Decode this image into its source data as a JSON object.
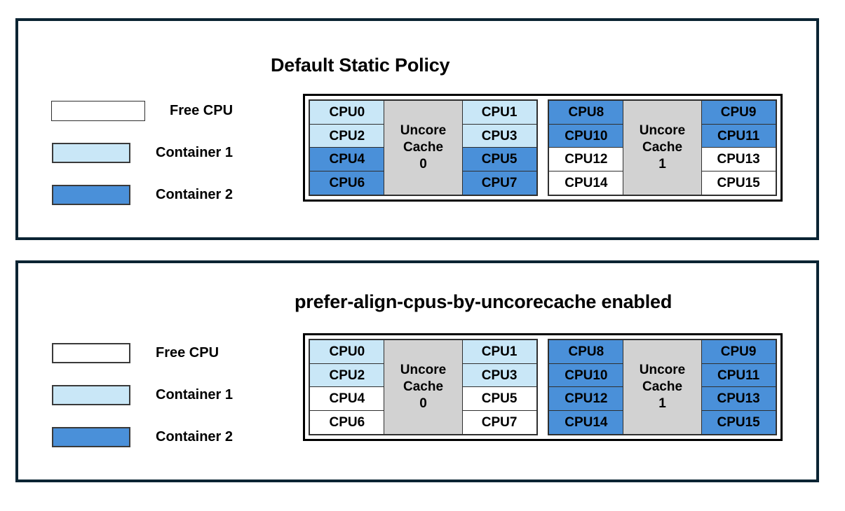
{
  "colors": {
    "panel_border": "#0b2433",
    "free_cpu": "#ffffff",
    "container1": "#c9e7f7",
    "container2": "#4a90d9",
    "uncore_cache": "#d2d2d2",
    "text": "#000000"
  },
  "panels": [
    {
      "id": "default-static-policy",
      "title": "Default Static Policy",
      "legend": [
        {
          "label": "Free CPU",
          "state": "free"
        },
        {
          "label": "Container 1",
          "state": "container1"
        },
        {
          "label": "Container 2",
          "state": "container2"
        }
      ],
      "groups": [
        {
          "cache_label_line1": "Uncore",
          "cache_label_line2": "Cache",
          "cache_label_line3": "0",
          "left_column": [
            {
              "label": "CPU0",
              "state": "container1"
            },
            {
              "label": "CPU2",
              "state": "container1"
            },
            {
              "label": "CPU4",
              "state": "container2"
            },
            {
              "label": "CPU6",
              "state": "container2"
            }
          ],
          "right_column": [
            {
              "label": "CPU1",
              "state": "container1"
            },
            {
              "label": "CPU3",
              "state": "container1"
            },
            {
              "label": "CPU5",
              "state": "container2"
            },
            {
              "label": "CPU7",
              "state": "container2"
            }
          ]
        },
        {
          "cache_label_line1": "Uncore",
          "cache_label_line2": "Cache",
          "cache_label_line3": "1",
          "left_column": [
            {
              "label": "CPU8",
              "state": "container2"
            },
            {
              "label": "CPU10",
              "state": "container2"
            },
            {
              "label": "CPU12",
              "state": "free"
            },
            {
              "label": "CPU14",
              "state": "free"
            }
          ],
          "right_column": [
            {
              "label": "CPU9",
              "state": "container2"
            },
            {
              "label": "CPU11",
              "state": "container2"
            },
            {
              "label": "CPU13",
              "state": "free"
            },
            {
              "label": "CPU15",
              "state": "free"
            }
          ]
        }
      ]
    },
    {
      "id": "prefer-align-cpus-by-uncorecache-enabled",
      "title": "prefer-align-cpus-by-uncorecache enabled",
      "legend": [
        {
          "label": "Free CPU",
          "state": "free"
        },
        {
          "label": "Container 1",
          "state": "container1"
        },
        {
          "label": "Container 2",
          "state": "container2"
        }
      ],
      "groups": [
        {
          "cache_label_line1": "Uncore",
          "cache_label_line2": "Cache",
          "cache_label_line3": "0",
          "left_column": [
            {
              "label": "CPU0",
              "state": "container1"
            },
            {
              "label": "CPU2",
              "state": "container1"
            },
            {
              "label": "CPU4",
              "state": "free"
            },
            {
              "label": "CPU6",
              "state": "free"
            }
          ],
          "right_column": [
            {
              "label": "CPU1",
              "state": "container1"
            },
            {
              "label": "CPU3",
              "state": "container1"
            },
            {
              "label": "CPU5",
              "state": "free"
            },
            {
              "label": "CPU7",
              "state": "free"
            }
          ]
        },
        {
          "cache_label_line1": "Uncore",
          "cache_label_line2": "Cache",
          "cache_label_line3": "1",
          "left_column": [
            {
              "label": "CPU8",
              "state": "container2"
            },
            {
              "label": "CPU10",
              "state": "container2"
            },
            {
              "label": "CPU12",
              "state": "container2"
            },
            {
              "label": "CPU14",
              "state": "container2"
            }
          ],
          "right_column": [
            {
              "label": "CPU9",
              "state": "container2"
            },
            {
              "label": "CPU11",
              "state": "container2"
            },
            {
              "label": "CPU13",
              "state": "container2"
            },
            {
              "label": "CPU15",
              "state": "container2"
            }
          ]
        }
      ]
    }
  ]
}
